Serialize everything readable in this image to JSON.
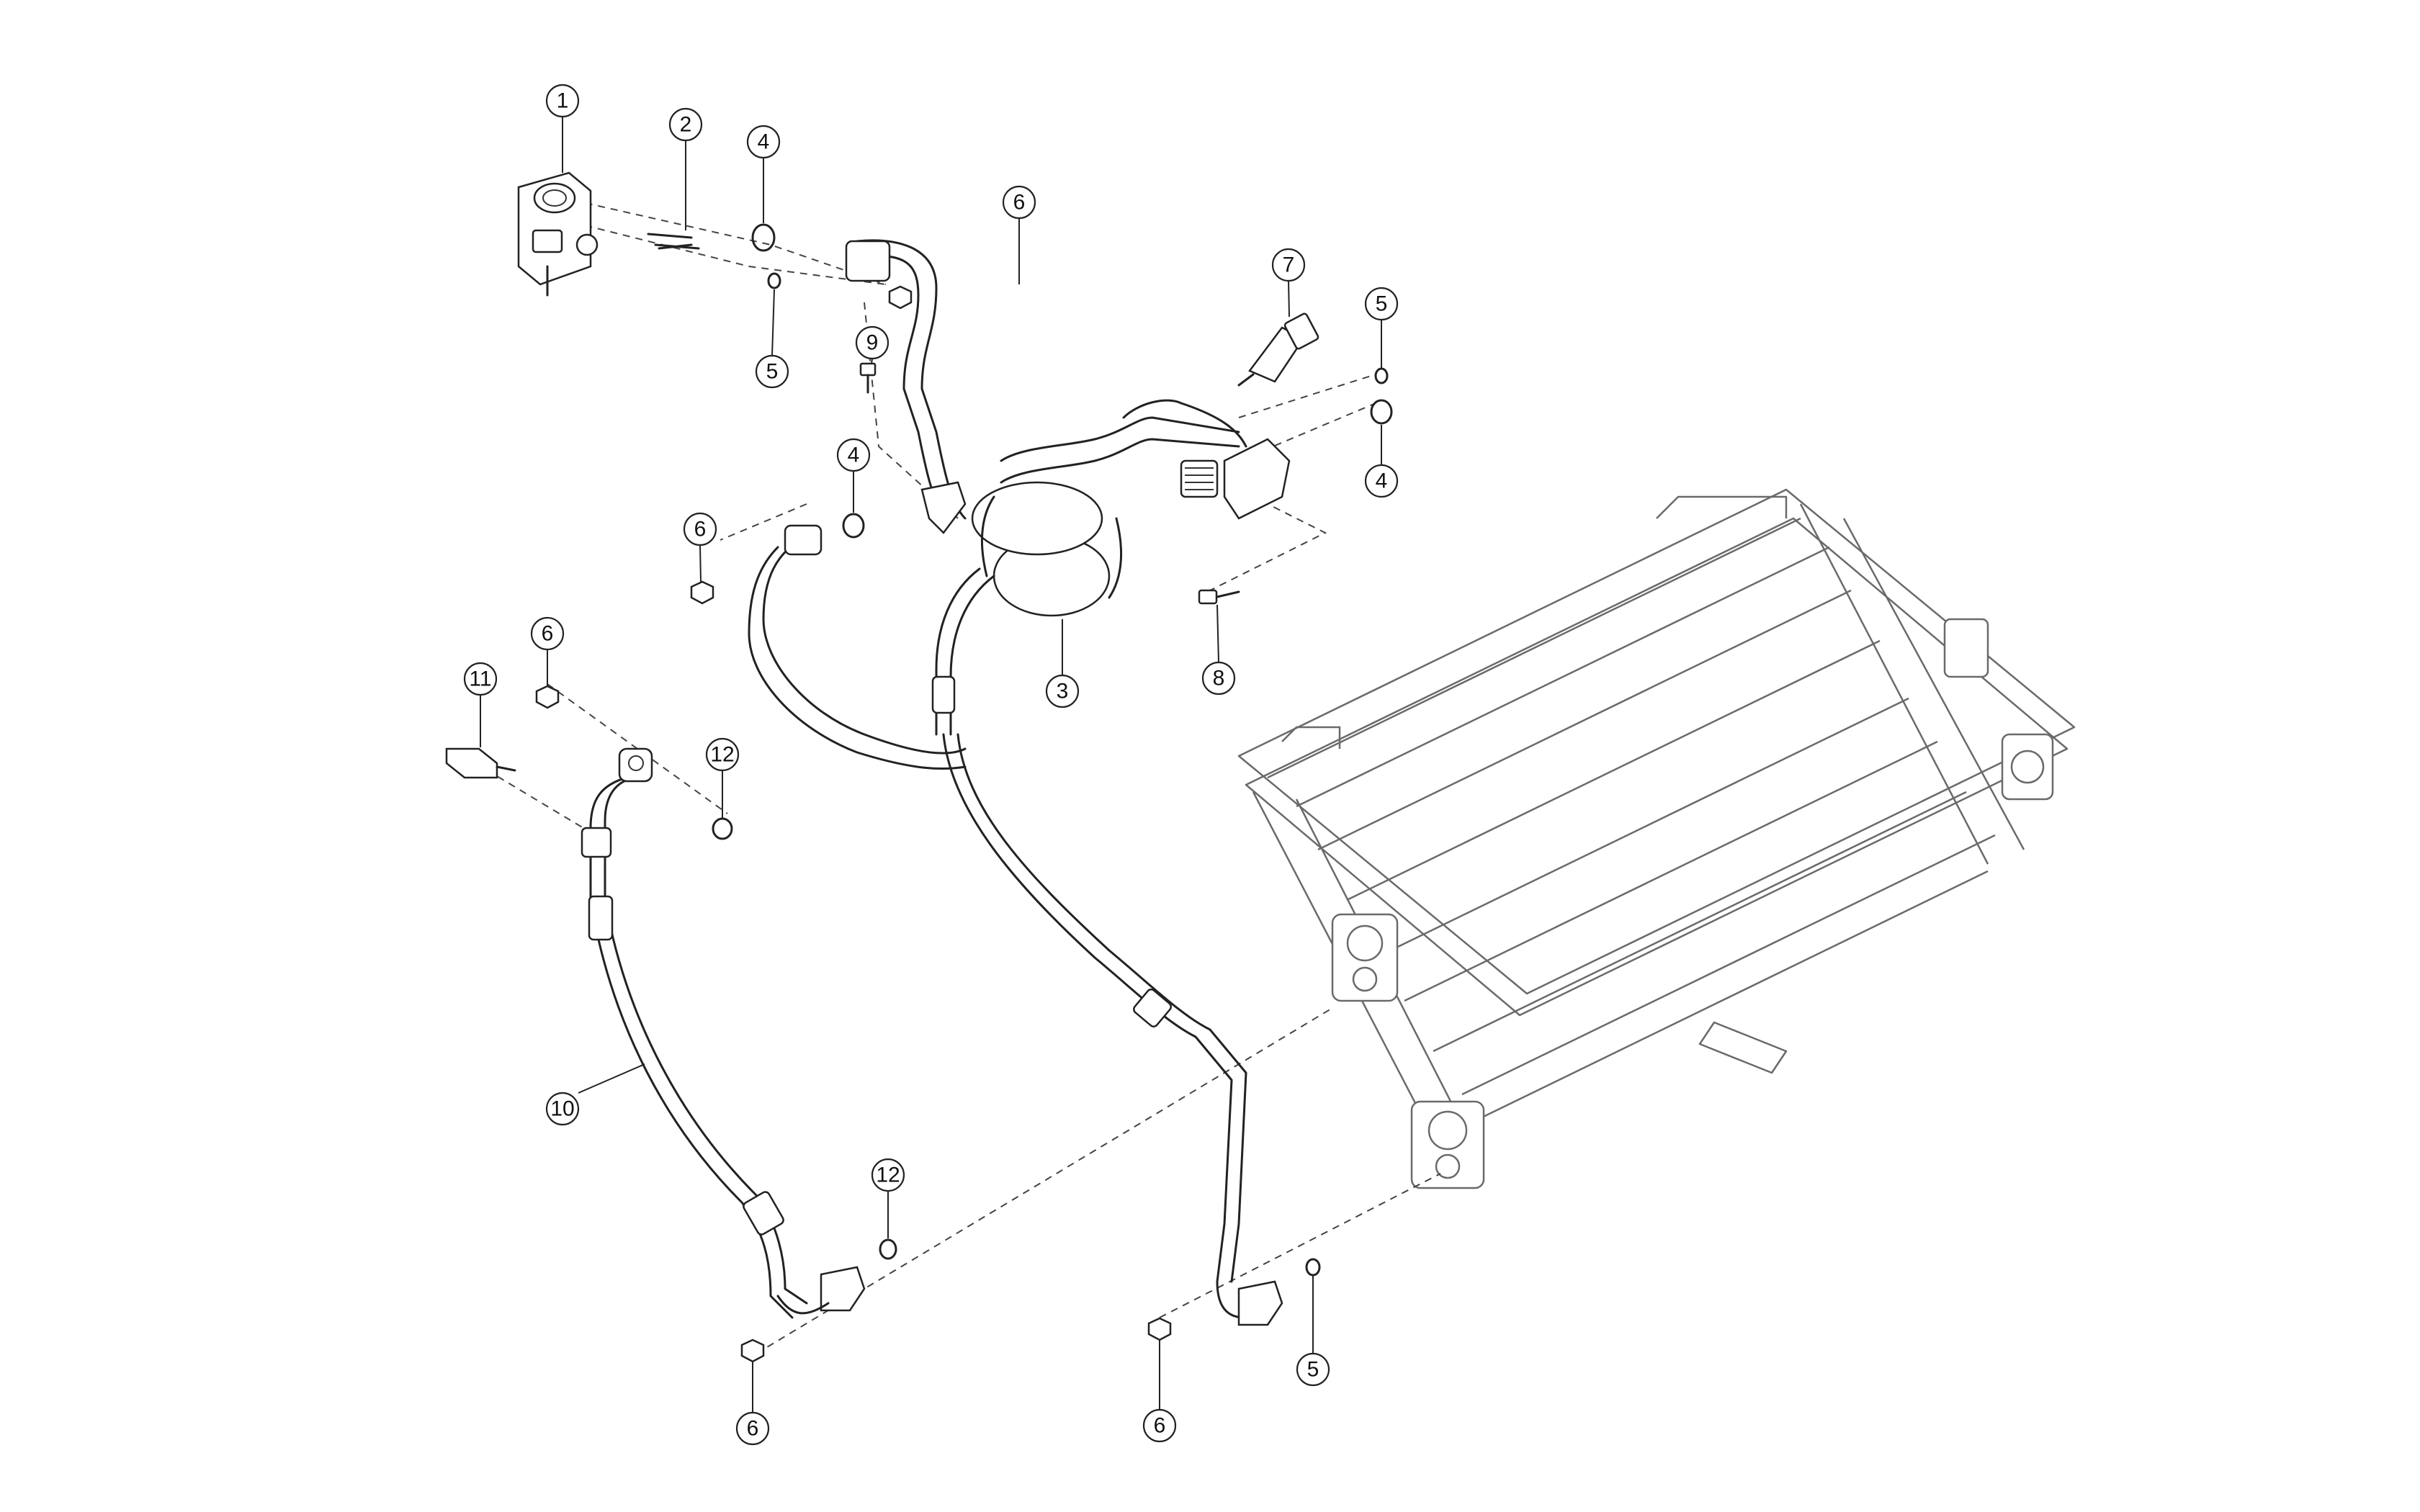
{
  "callouts": [
    {
      "label": "1"
    },
    {
      "label": "2"
    },
    {
      "label": "4"
    },
    {
      "label": "6"
    },
    {
      "label": "5"
    },
    {
      "label": "9"
    },
    {
      "label": "7"
    },
    {
      "label": "5"
    },
    {
      "label": "4"
    },
    {
      "label": "4"
    },
    {
      "label": "6"
    },
    {
      "label": "3"
    },
    {
      "label": "8"
    },
    {
      "label": "6"
    },
    {
      "label": "11"
    },
    {
      "label": "12"
    },
    {
      "label": "10"
    },
    {
      "label": "12"
    },
    {
      "label": "6"
    },
    {
      "label": "6"
    },
    {
      "label": "5"
    }
  ]
}
